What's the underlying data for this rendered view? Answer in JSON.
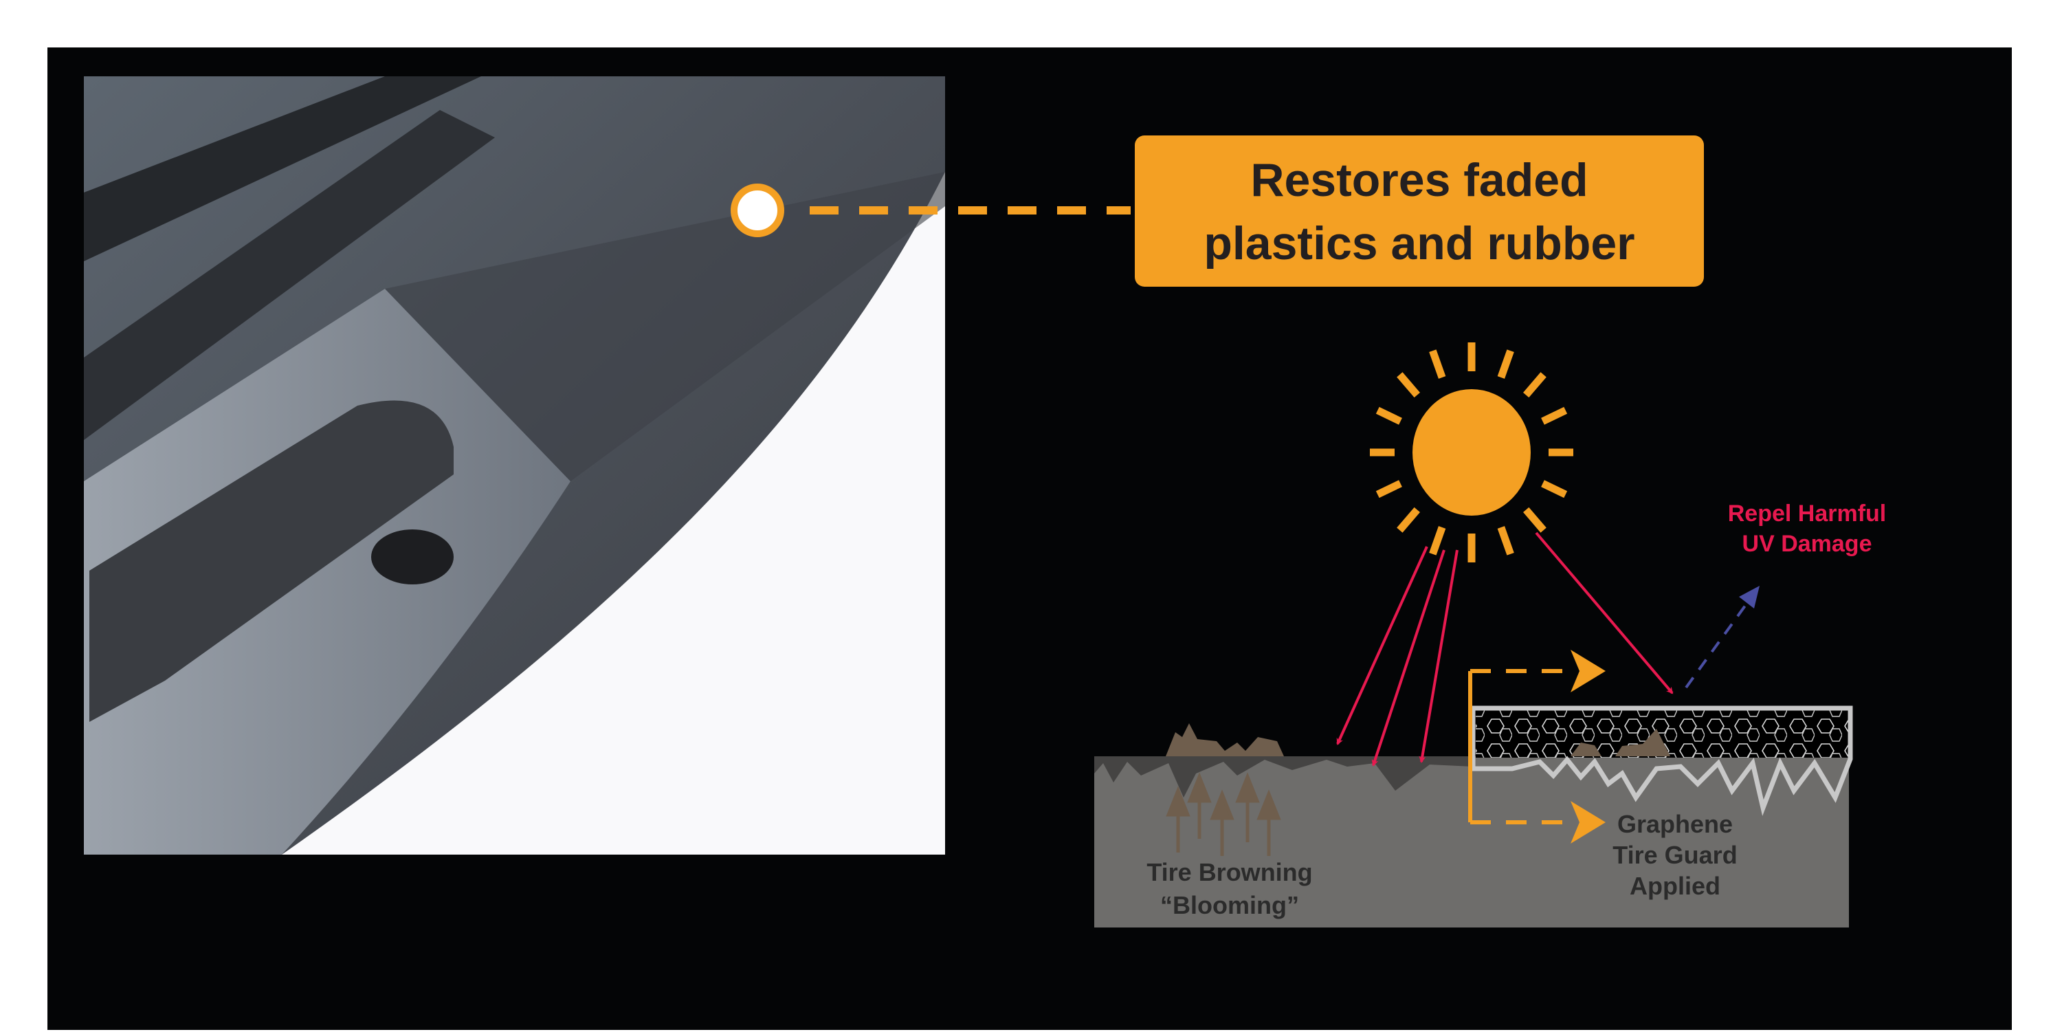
{
  "callout": {
    "line1": "Restores faded",
    "line2": "plastics and rubber"
  },
  "diagram": {
    "uv_label_line1": "Repel Harmful",
    "uv_label_line2": "UV Damage",
    "left_label_line1": "Tire Browning",
    "left_label_line2": "“Blooming”",
    "right_label_line1": "Graphene",
    "right_label_line2": "Tire Guard",
    "right_label_line3": "Applied"
  },
  "colors": {
    "background": "#040506",
    "accent_orange": "#f4a023",
    "uv_red": "#e8194f",
    "reflect_blue": "#4a4fa3",
    "ground_gray": "#6e6d6b",
    "bloom_brown": "#6f5e4d"
  }
}
